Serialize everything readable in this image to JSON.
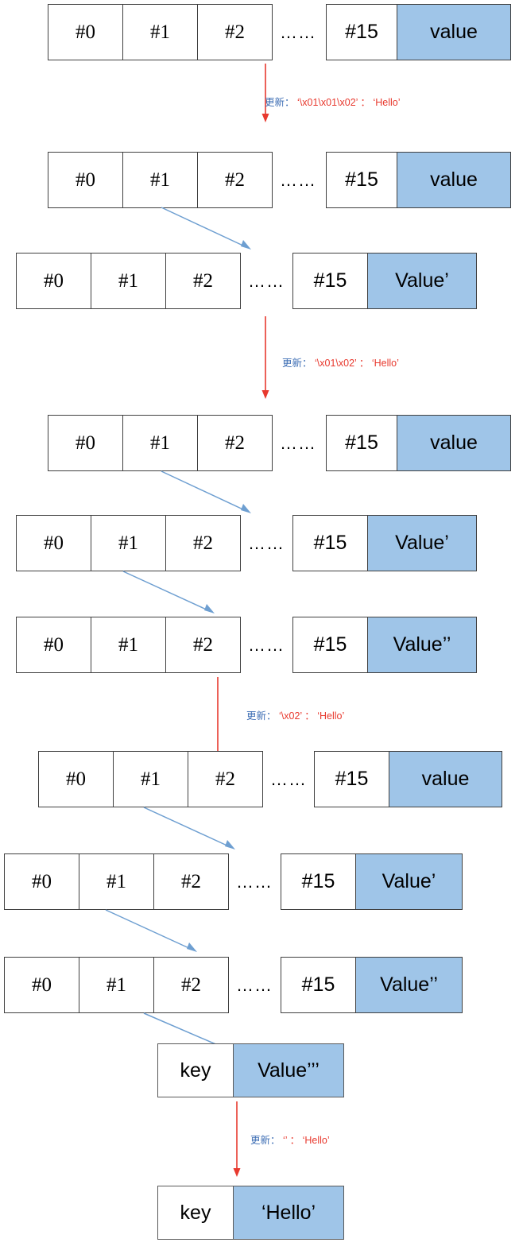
{
  "diagram": {
    "title": "Trie / hash-chain value update sequence",
    "colors": {
      "value_fill": "#9FC5E8",
      "cell_border": "#404040",
      "red_arrow": "#E8392E",
      "blue_arrow": "#6E9FD1",
      "label_chinese": "#3F6FB5",
      "label_code": "#E8392E"
    },
    "index_labels": {
      "i0": "#0",
      "i1": "#1",
      "i2": "#2",
      "i15": "#15",
      "ellipsis": "……"
    },
    "rows": [
      {
        "id": "row1",
        "cells": [
          "#0",
          "#1",
          "#2"
        ],
        "tail_index": "#15",
        "value": "value"
      },
      {
        "id": "row2",
        "cells": [
          "#0",
          "#1",
          "#2"
        ],
        "tail_index": "#15",
        "value": "value"
      },
      {
        "id": "row3",
        "cells": [
          "#0",
          "#1",
          "#2"
        ],
        "tail_index": "#15",
        "value": "Value’"
      },
      {
        "id": "row4",
        "cells": [
          "#0",
          "#1",
          "#2"
        ],
        "tail_index": "#15",
        "value": "value"
      },
      {
        "id": "row5",
        "cells": [
          "#0",
          "#1",
          "#2"
        ],
        "tail_index": "#15",
        "value": "Value’"
      },
      {
        "id": "row6",
        "cells": [
          "#0",
          "#1",
          "#2"
        ],
        "tail_index": "#15",
        "value": "Value’’"
      },
      {
        "id": "row7",
        "cells": [
          "#0",
          "#1",
          "#2"
        ],
        "tail_index": "#15",
        "value": "value"
      },
      {
        "id": "row8",
        "cells": [
          "#0",
          "#1",
          "#2"
        ],
        "tail_index": "#15",
        "value": "Value’"
      },
      {
        "id": "row9",
        "cells": [
          "#0",
          "#1",
          "#2"
        ],
        "tail_index": "#15",
        "value": "Value’’"
      }
    ],
    "kv_boxes": [
      {
        "id": "kv1",
        "key": "key",
        "value": "Value’’’"
      },
      {
        "id": "kv2",
        "key": "key",
        "value": "‘Hello’"
      }
    ],
    "update_labels": [
      {
        "id": "update1",
        "prefix": "更新：",
        "key": "‘\\x01\\x01\\x02’",
        "sep": "：",
        "value": "‘Hello’"
      },
      {
        "id": "update2",
        "prefix": "更新：",
        "key": "‘\\x01\\x02’",
        "sep": "：",
        "value": "‘Hello’"
      },
      {
        "id": "update3",
        "prefix": "更新：",
        "key": "‘\\x02’",
        "sep": "：",
        "value": "‘Hello’"
      },
      {
        "id": "update4",
        "prefix": "更新：",
        "key": "‘’",
        "sep": "：",
        "value": "‘Hello’"
      }
    ]
  }
}
